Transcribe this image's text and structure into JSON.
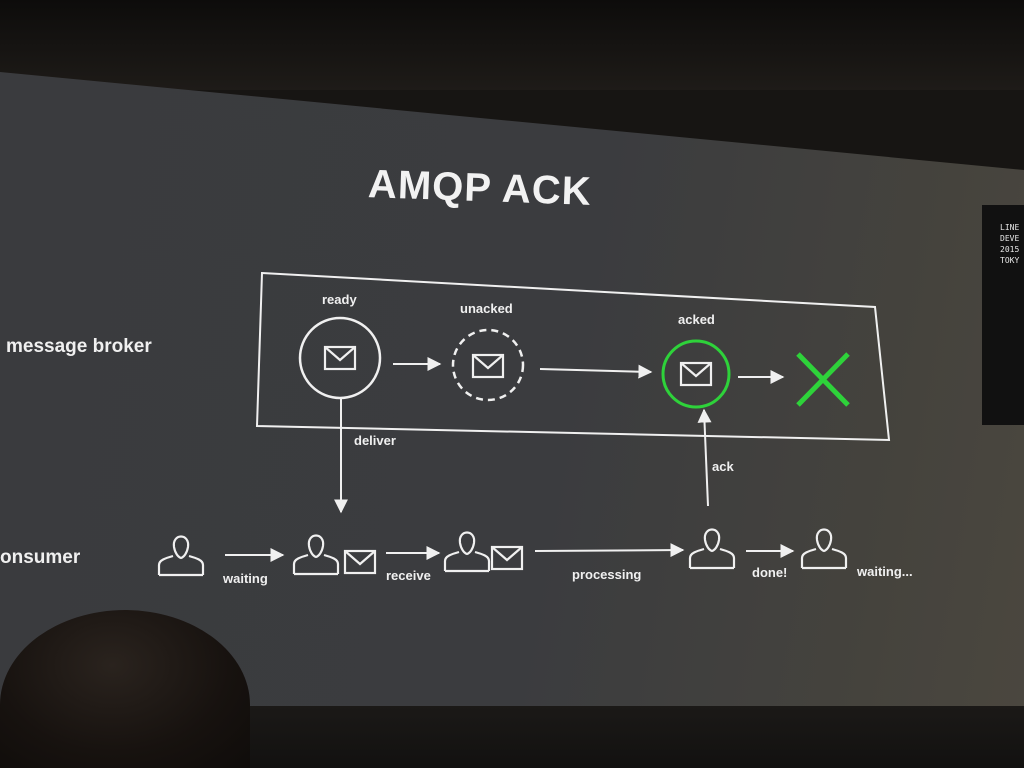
{
  "slide": {
    "title": "AMQP ACK",
    "lanes": {
      "broker": "message broker",
      "consumer": "onsumer"
    },
    "broker_states": {
      "ready": "ready",
      "unacked": "unacked",
      "acked": "acked"
    },
    "transitions": {
      "deliver": "deliver",
      "ack": "ack"
    },
    "consumer_states": {
      "waiting": "waiting",
      "receive": "receive",
      "processing": "processing",
      "done": "done!",
      "waiting_again": "waiting..."
    },
    "side_panel_lines": [
      "LINE",
      "DEVE",
      "2015",
      "TOKY"
    ]
  },
  "colors": {
    "accent_green": "#2ed23a",
    "slide_text": "#f0f0f0"
  },
  "icons": [
    "envelope-icon",
    "person-icon",
    "x-mark-icon"
  ]
}
